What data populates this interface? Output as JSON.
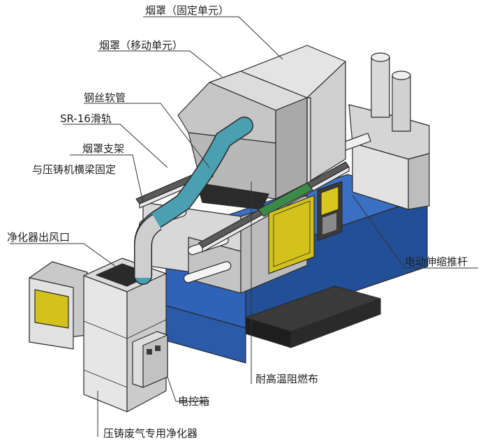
{
  "labels": {
    "hood_fixed": "烟罩（固定单元）",
    "hood_moving": "烟罩（移动单元）",
    "steel_hose": "钢丝软管",
    "sr16_rail": "SR-16滑轨",
    "hood_bracket_1": "烟罩支架",
    "hood_bracket_2": "与压铸机横梁固定",
    "purifier_outlet": "净化器出风口",
    "electric_actuator": "电动伸缩推杆",
    "fire_cloth": "耐高温阻燃布",
    "control_box": "电控箱",
    "purifier": "压铸废气专用净化器"
  },
  "colors": {
    "base_blue": "#2f63b8",
    "base_blue_dark": "#234f96",
    "hood_gray": "#c9c9c9",
    "hose_teal": "#4a9fb0",
    "door_yellow": "#d4c21c",
    "rail_green": "#3b8a4a",
    "pad_black": "#2a2a2a"
  }
}
